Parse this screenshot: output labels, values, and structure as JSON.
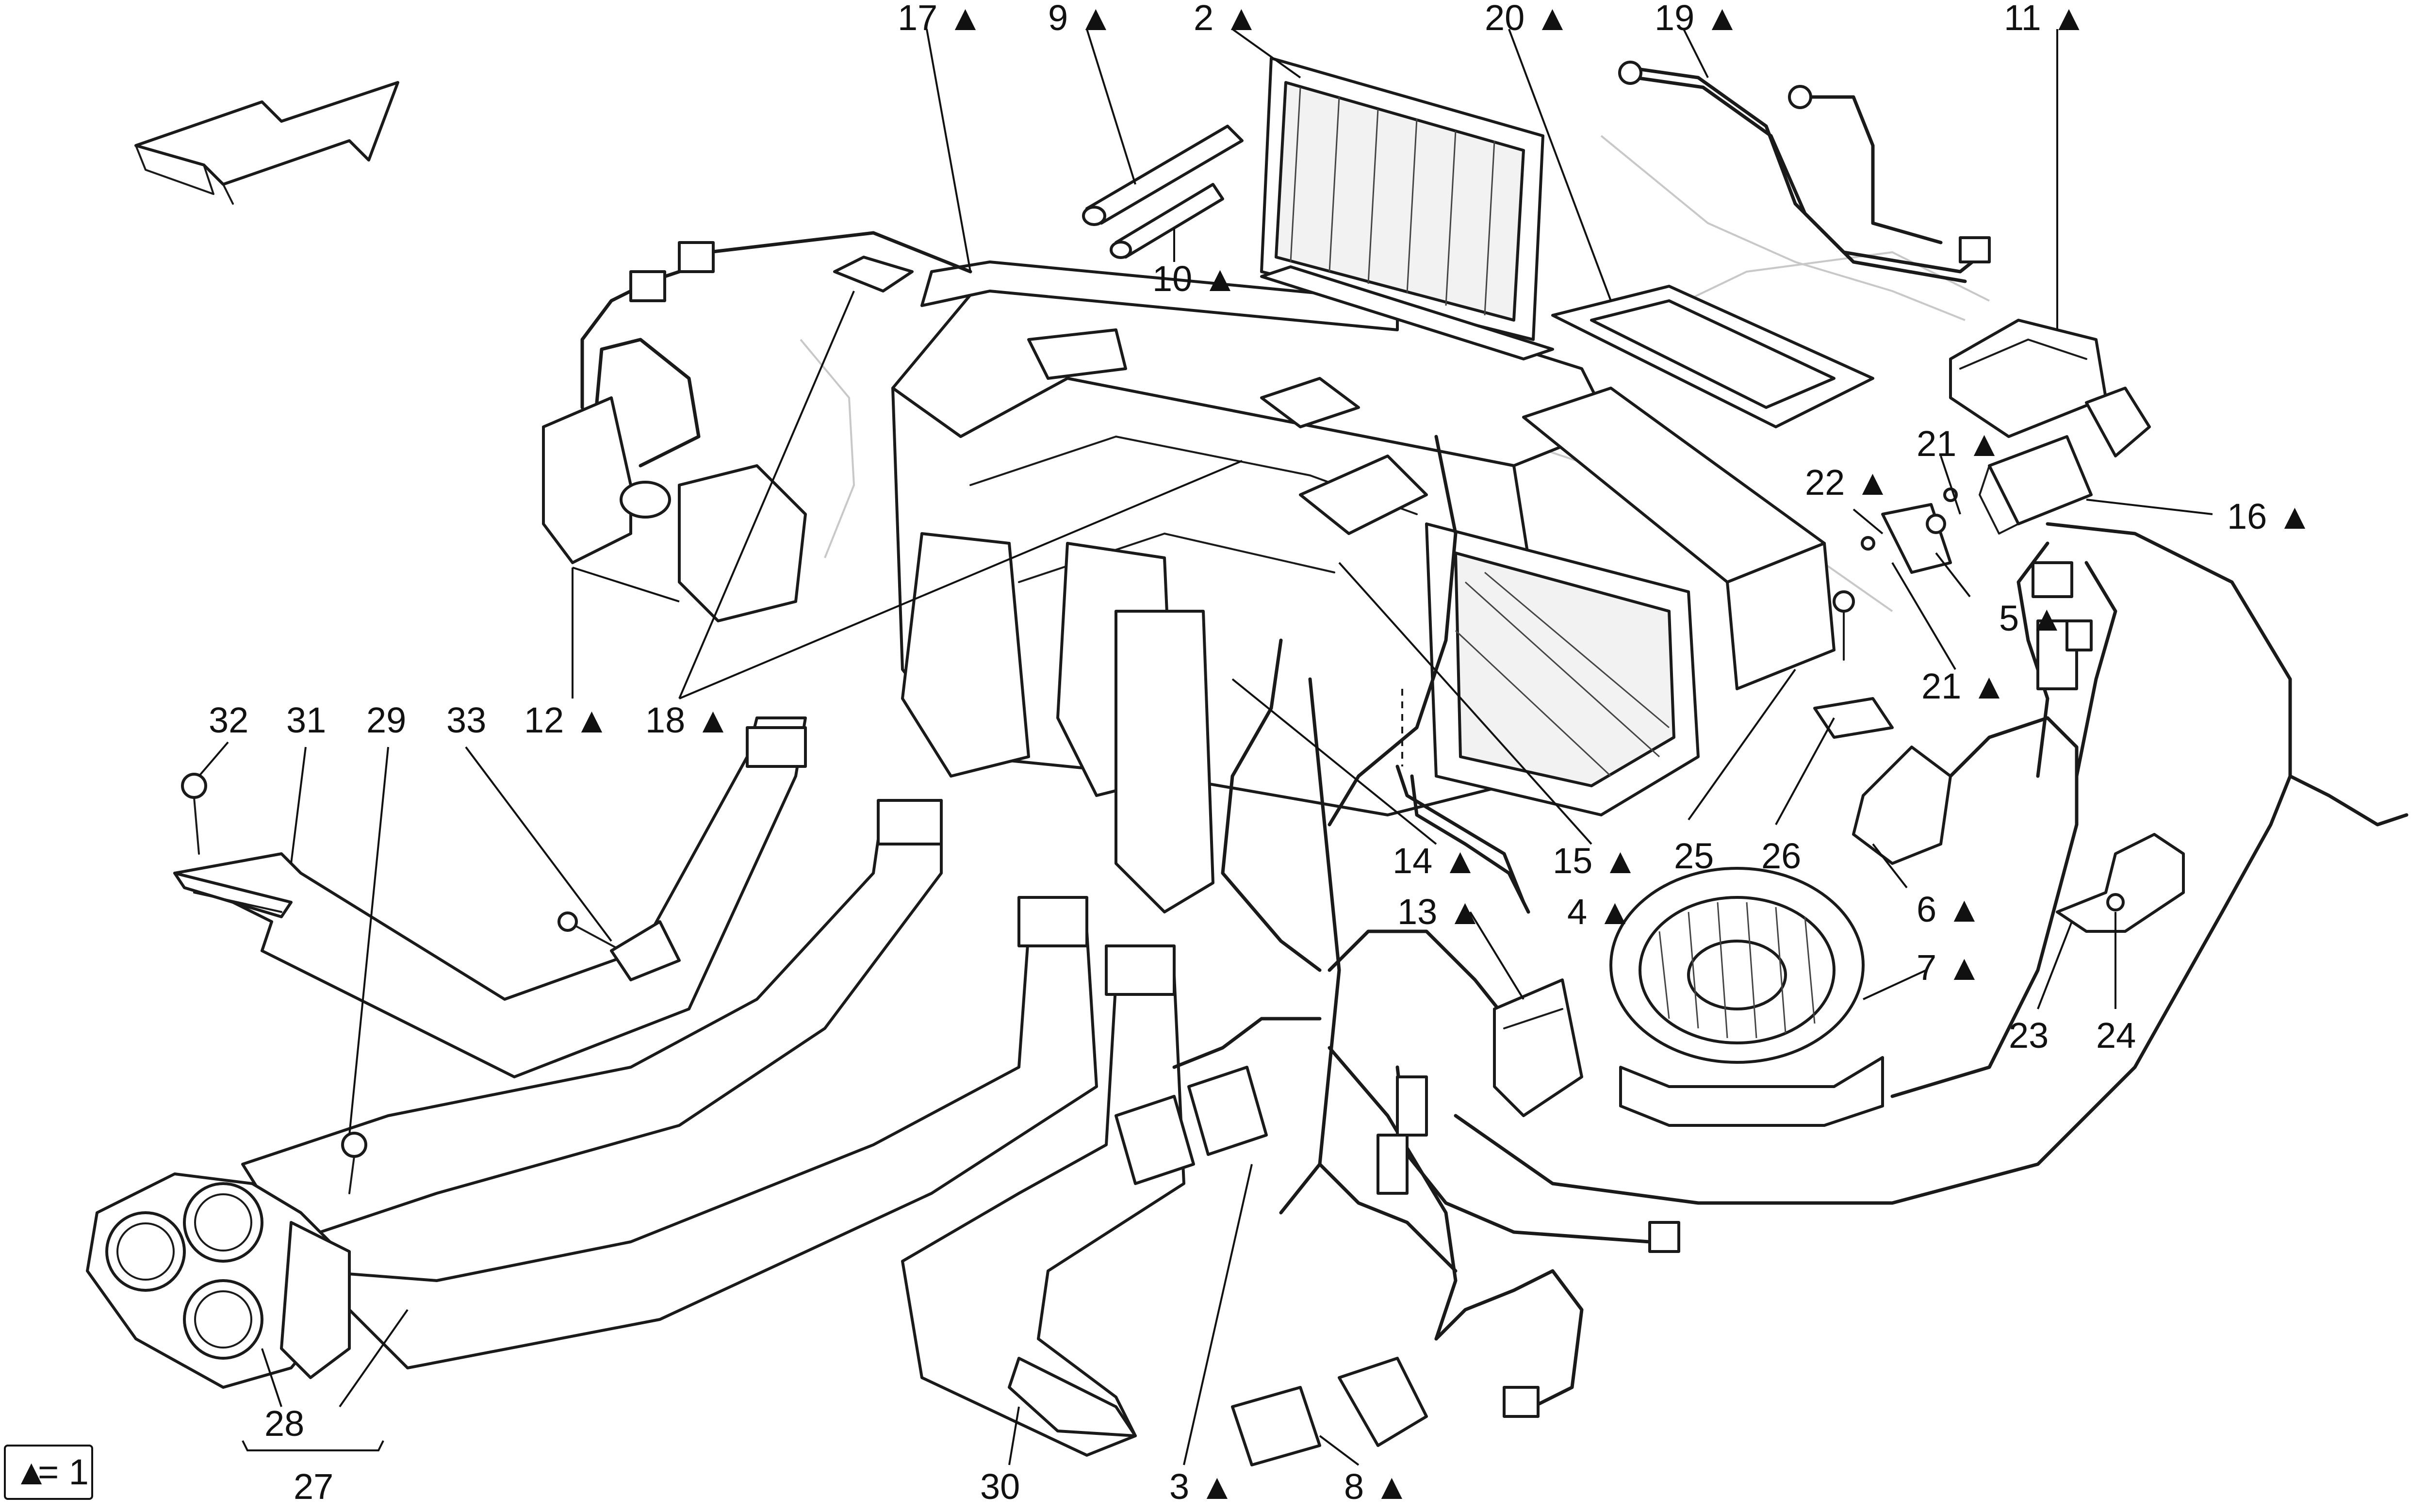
{
  "legend": {
    "symbol": "▲",
    "text": "= 1"
  },
  "labels": [
    {
      "id": "17",
      "text": "17 ▲"
    },
    {
      "id": "9",
      "text": "9 ▲"
    },
    {
      "id": "2",
      "text": "2 ▲"
    },
    {
      "id": "20",
      "text": "20 ▲"
    },
    {
      "id": "19",
      "text": "19 ▲"
    },
    {
      "id": "11",
      "text": "11 ▲"
    },
    {
      "id": "10",
      "text": "10 ▲"
    },
    {
      "id": "22",
      "text": "22 ▲"
    },
    {
      "id": "21a",
      "text": "21 ▲"
    },
    {
      "id": "16",
      "text": "16 ▲"
    },
    {
      "id": "5",
      "text": "5 ▲"
    },
    {
      "id": "21b",
      "text": "21 ▲"
    },
    {
      "id": "32",
      "text": "32"
    },
    {
      "id": "31",
      "text": "31"
    },
    {
      "id": "29",
      "text": "29"
    },
    {
      "id": "33",
      "text": "33"
    },
    {
      "id": "12",
      "text": "12 ▲"
    },
    {
      "id": "18",
      "text": "18 ▲"
    },
    {
      "id": "14",
      "text": "14 ▲"
    },
    {
      "id": "15",
      "text": "15 ▲"
    },
    {
      "id": "25",
      "text": "25"
    },
    {
      "id": "26",
      "text": "26"
    },
    {
      "id": "6",
      "text": "6 ▲"
    },
    {
      "id": "13",
      "text": "13 ▲"
    },
    {
      "id": "4",
      "text": "4 ▲"
    },
    {
      "id": "7",
      "text": "7 ▲"
    },
    {
      "id": "23",
      "text": "23"
    },
    {
      "id": "24",
      "text": "24"
    },
    {
      "id": "28",
      "text": "28"
    },
    {
      "id": "27",
      "text": "27"
    },
    {
      "id": "30",
      "text": "30"
    },
    {
      "id": "3",
      "text": "3 ▲"
    },
    {
      "id": "8",
      "text": "8 ▲"
    }
  ]
}
